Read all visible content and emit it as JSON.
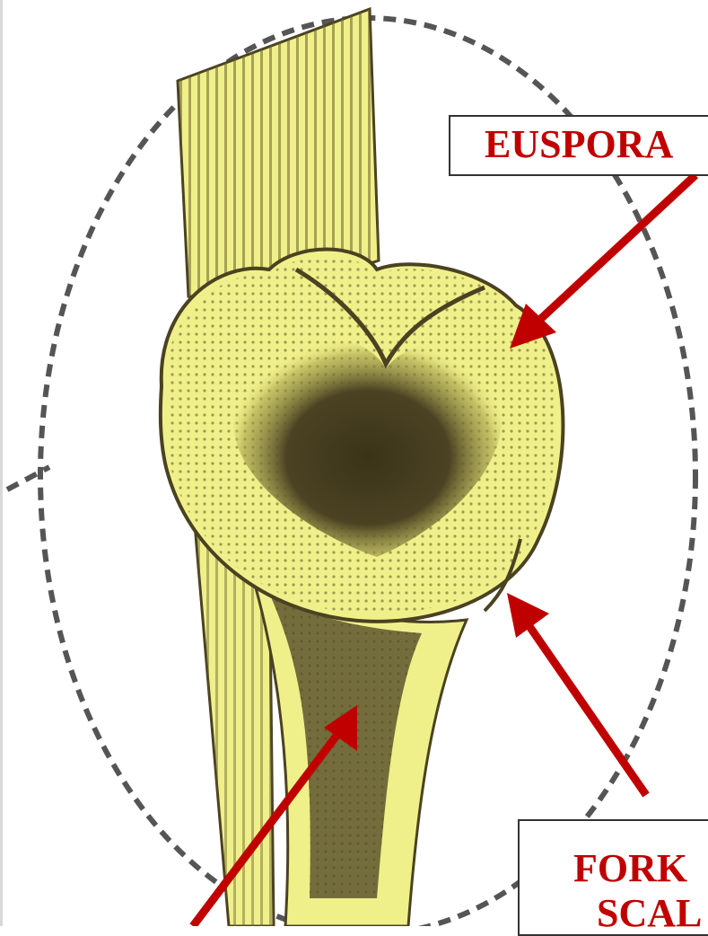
{
  "labels": {
    "top": "EUSPORA",
    "bottom_line1": "FORK",
    "bottom_line2": "SCAL"
  },
  "colors": {
    "label_text": "#c00000",
    "arrow": "#c00000",
    "specimen_fill": "#f0f08a",
    "specimen_shade": "#4a4222",
    "outline_dashes": "#555555"
  }
}
